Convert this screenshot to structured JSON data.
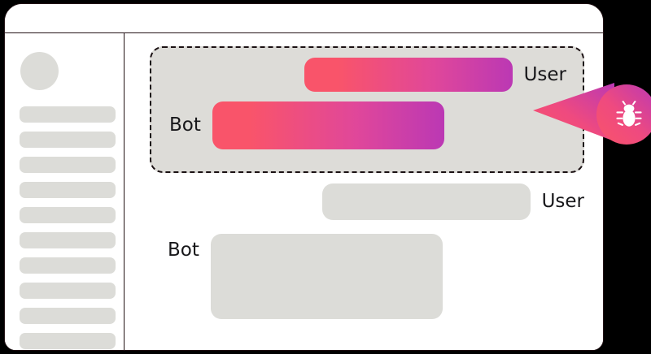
{
  "window": {
    "title_bar_label": "",
    "frame_color": "#231316"
  },
  "sidebar": {
    "avatar": {
      "name": "avatar-placeholder"
    },
    "items": [
      {
        "label": ""
      },
      {
        "label": ""
      },
      {
        "label": ""
      },
      {
        "label": ""
      },
      {
        "label": ""
      },
      {
        "label": ""
      },
      {
        "label": ""
      },
      {
        "label": ""
      },
      {
        "label": ""
      },
      {
        "label": ""
      }
    ],
    "placeholder_color": "#dcdcd8"
  },
  "conversation": {
    "highlight_group": {
      "label": "",
      "border_style": "dashed",
      "background": "#dddcd8",
      "messages": [
        {
          "speaker": "User",
          "align": "right",
          "style": "gradient",
          "text": ""
        },
        {
          "speaker": "Bot",
          "align": "left",
          "style": "gradient",
          "text": ""
        }
      ]
    },
    "messages": [
      {
        "speaker": "User",
        "align": "right",
        "style": "plain",
        "text": ""
      },
      {
        "speaker": "Bot",
        "align": "left",
        "style": "plain",
        "text": ""
      }
    ]
  },
  "callout": {
    "icon": "bug-icon",
    "icon_color": "#ffffff",
    "gradient_start": "#f9546a",
    "gradient_end": "#bb38b4",
    "label": ""
  },
  "colors": {
    "gradient_start": "#f9546a",
    "gradient_mid": "#e0479a",
    "gradient_end": "#bb38b4",
    "bubble_gray": "#dcdcd8",
    "highlight_bg": "#dddcd8",
    "outline": "#231316",
    "page_background": "#000000"
  }
}
